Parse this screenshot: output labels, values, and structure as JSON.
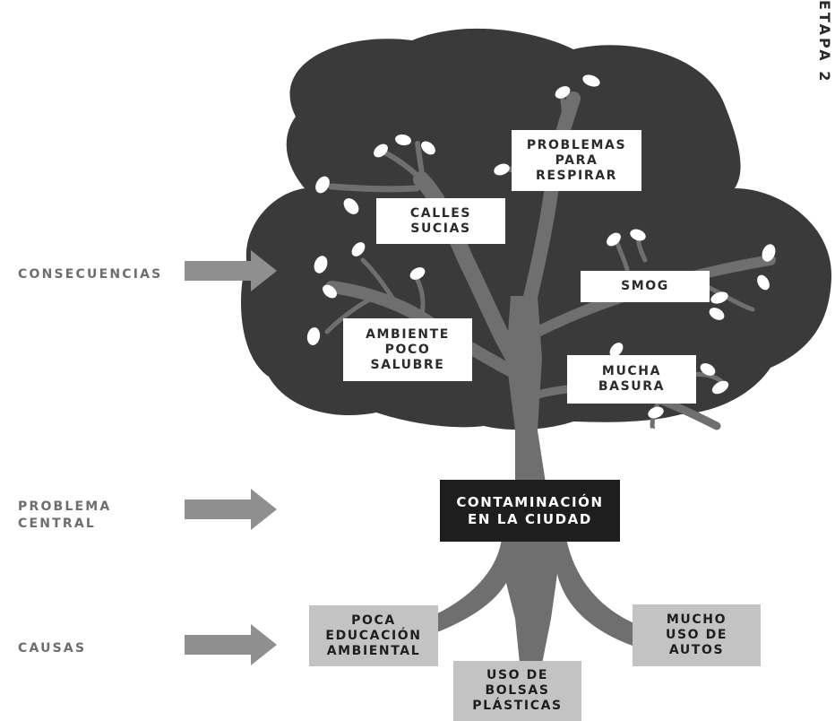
{
  "page_tag": "ETAPA 2",
  "side_labels": {
    "consequences": "CONSECUENCIAS",
    "central": "PROBLEMA\nCENTRAL",
    "causes": "CAUSAS"
  },
  "consequences": {
    "problemas_respirar": "PROBLEMAS\nPARA\nRESPIRAR",
    "calles_sucias": "CALLES\nSUCIAS",
    "smog": "SMOG",
    "ambiente": "AMBIENTE\nPOCO\nSALUBRE",
    "basura": "MUCHA\nBASURA"
  },
  "central_problem": "CONTAMINACIÓN\nEN LA CIUDAD",
  "causes": {
    "educacion": "POCA\nEDUCACIÓN\nAMBIENTAL",
    "bolsas": "USO DE\nBOLSAS\nPLÁSTICAS",
    "autos": "MUCHO\nUSO DE\nAUTOS"
  },
  "colors": {
    "canopy": "#3a3a3a",
    "trunk": "#6f6f6f",
    "arrow": "#8f8f8f",
    "cause_box": "#c3c3c3",
    "central_box": "#1e1e1e"
  }
}
